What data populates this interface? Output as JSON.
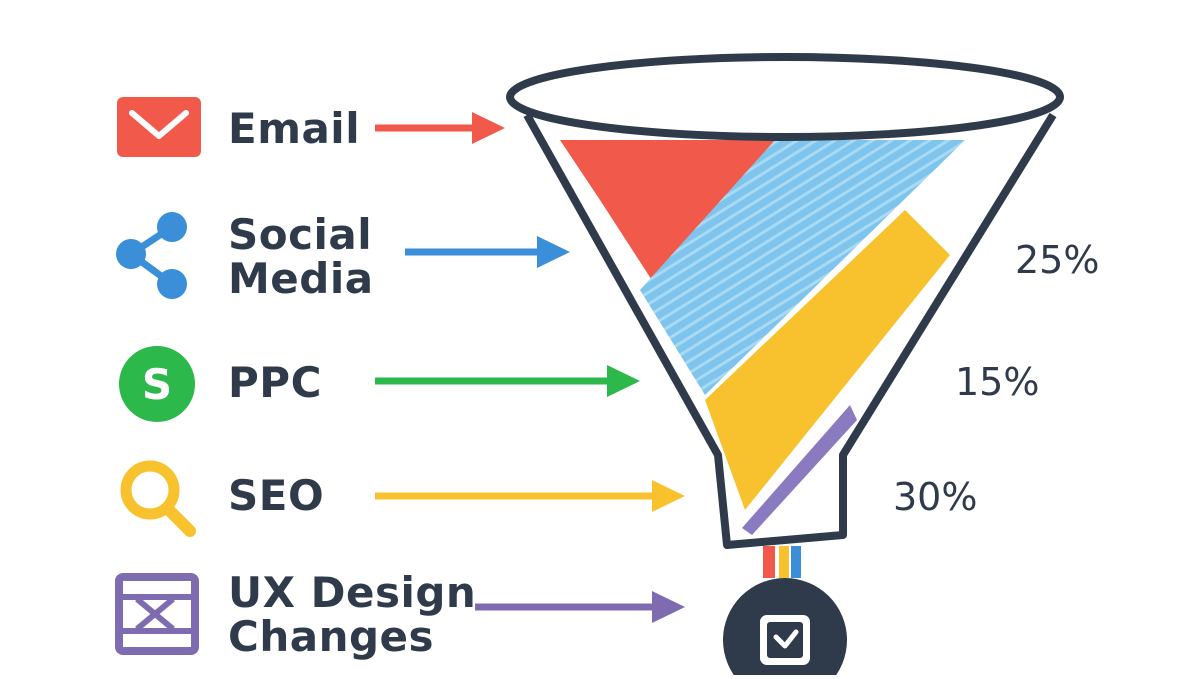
{
  "channels": [
    {
      "icon": "envelope-icon",
      "lines": [
        "Email"
      ],
      "color": "#F15A4A"
    },
    {
      "icon": "share-icon",
      "lines": [
        "Social",
        "Media"
      ],
      "color": "#3A8FD8"
    },
    {
      "icon": "dollar-icon",
      "lines": [
        "PPC"
      ],
      "color": "#2DB84C"
    },
    {
      "icon": "search-icon",
      "lines": [
        "SEO"
      ],
      "color": "#F8C22F"
    },
    {
      "icon": "layout-icon",
      "lines": [
        "UX Design",
        "Changes"
      ],
      "color": "#7F6BB0"
    }
  ],
  "percentages": [
    "25%",
    "15%",
    "30%"
  ],
  "funnel": {
    "bands": [
      {
        "name": "email",
        "color": "#F15A4A"
      },
      {
        "name": "social-media",
        "color": "#7EC4EC"
      },
      {
        "name": "seo",
        "color": "#F8C22F"
      },
      {
        "name": "ux-design",
        "color": "#8A7BC0"
      }
    ],
    "outline_color": "#2F3B4A",
    "output_icon": "checkbox-icon"
  }
}
